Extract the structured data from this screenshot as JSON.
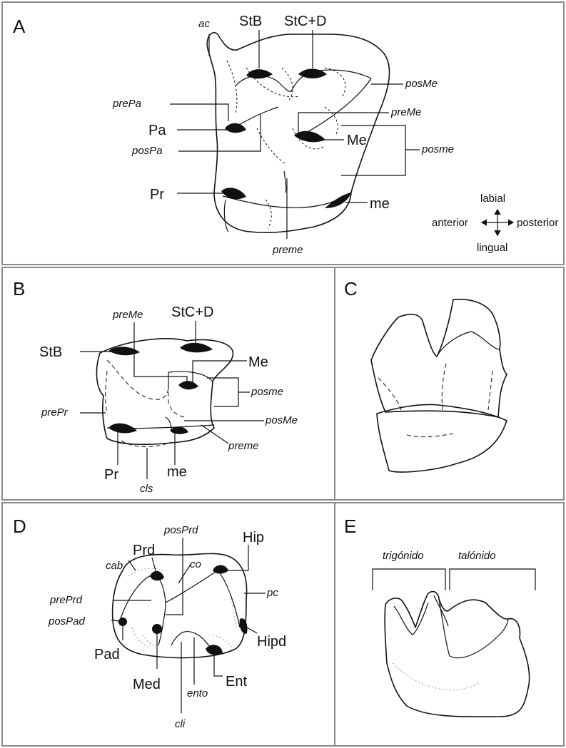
{
  "panels": {
    "a": {
      "label": "A",
      "ac": "ac",
      "StB": "StB",
      "StCD": "StC+D",
      "prePa": "prePa",
      "posMe": "posMe",
      "Pa": "Pa",
      "preMe": "preMe",
      "posPa": "posPa",
      "Me": "Me",
      "posme": "posme",
      "Pr": "Pr",
      "me": "me",
      "preme": "preme",
      "compass": {
        "labial": "labial",
        "anterior": "anterior",
        "posterior": "posterior",
        "lingual": "lingual"
      }
    },
    "b": {
      "label": "B",
      "preMe": "preMe",
      "StCD": "StC+D",
      "StB": "StB",
      "Me": "Me",
      "posme": "posme",
      "prePr": "prePr",
      "posMe": "posMe",
      "preme": "preme",
      "Pr": "Pr",
      "me": "me",
      "cls": "cls"
    },
    "c": {
      "label": "C"
    },
    "d": {
      "label": "D",
      "posPrd": "posPrd",
      "Prd": "Prd",
      "Hip": "Hip",
      "cab": "cab",
      "co": "co",
      "prePrd": "prePrd",
      "pc": "pc",
      "posPad": "posPad",
      "Hipd": "Hipd",
      "Pad": "Pad",
      "Med": "Med",
      "Ent": "Ent",
      "ento": "ento",
      "cli": "cli"
    },
    "e": {
      "label": "E",
      "trigonido": "trigónido",
      "talonido": "talónido"
    }
  }
}
